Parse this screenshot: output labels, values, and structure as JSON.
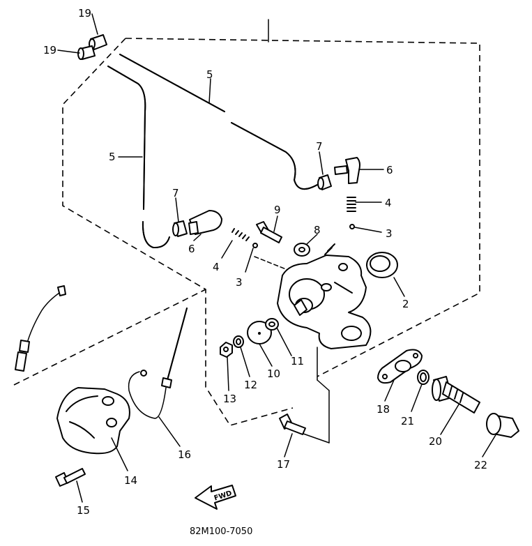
{
  "callouts": {
    "c19a": "19",
    "c19b": "19",
    "c5a": "5",
    "c5b": "5",
    "c7a": "7",
    "c7b": "7",
    "c6a": "6",
    "c6b": "6",
    "c4a": "4",
    "c4b": "4",
    "c3a": "3",
    "c3b": "3",
    "c9": "9",
    "c8": "8",
    "c2": "2",
    "c10": "10",
    "c11": "11",
    "c12": "12",
    "c13": "13",
    "c14": "14",
    "c15": "15",
    "c16": "16",
    "c17": "17",
    "c18": "18",
    "c20": "20",
    "c21": "21",
    "c22": "22"
  },
  "fwd_label": "FWD",
  "part_code": "82M100-7050"
}
